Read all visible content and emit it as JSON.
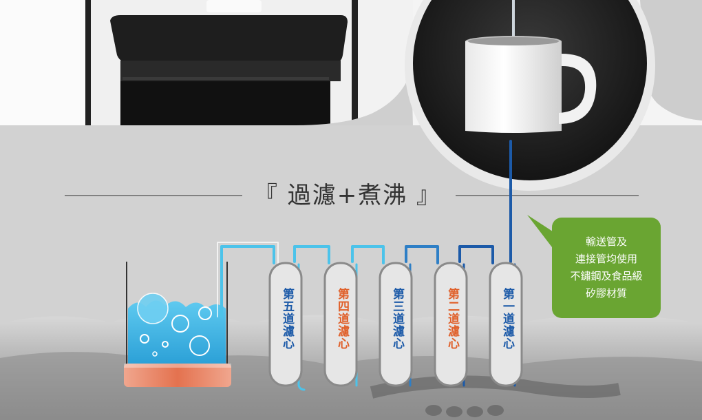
{
  "heading": {
    "text": "『 過濾+煮沸 』"
  },
  "filters": [
    {
      "label": "第五道濾心",
      "color": "#1c5aa8"
    },
    {
      "label": "第四道濾心",
      "color": "#e0602a"
    },
    {
      "label": "第三道濾心",
      "color": "#1c5aa8"
    },
    {
      "label": "第二道濾心",
      "color": "#e0602a"
    },
    {
      "label": "第一道濾心",
      "color": "#1c5aa8"
    }
  ],
  "callout": {
    "lines": [
      "輸送管及",
      "連接管均使用",
      "不鏽鋼及食品級",
      "矽膠材質"
    ],
    "background": "#6aa532"
  },
  "colors": {
    "pipe_light": "#4cc3ea",
    "pipe_dark": "#1c5aa8",
    "water": "#3fb6e6",
    "heater": "#e8866a"
  }
}
